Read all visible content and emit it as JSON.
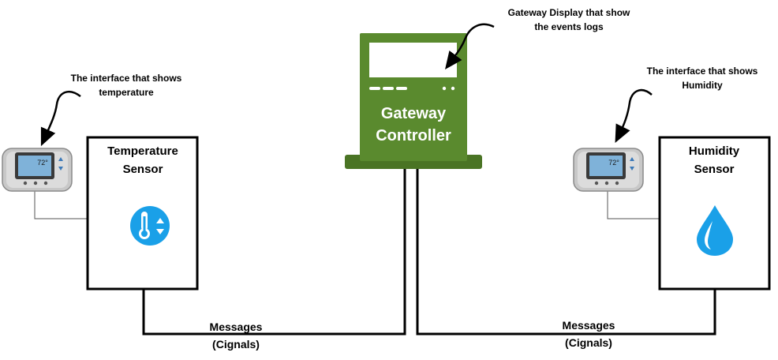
{
  "colors": {
    "controller_green": "#5a8a2e",
    "controller_green_dark": "#4a7424",
    "icon_blue": "#1aa0e8",
    "thermostat_screen": "#7fb2d9",
    "line": "#000000"
  },
  "annotations": {
    "gateway_display": {
      "line1": "Gateway Display that show",
      "line2": "the events logs"
    },
    "temp_interface": {
      "line1": "The interface that shows",
      "line2": "temperature"
    },
    "humidity_interface": {
      "line1": "The interface that shows",
      "line2": "Humidity"
    }
  },
  "controller": {
    "line1": "Gateway",
    "line2": "Controller"
  },
  "temperature_sensor": {
    "line1": "Temperature",
    "line2": "Sensor",
    "icon": "thermometer-icon"
  },
  "humidity_sensor": {
    "line1": "Humidity",
    "line2": "Sensor",
    "icon": "water-drop-icon"
  },
  "thermostat": {
    "reading": "72°"
  },
  "messages_left": {
    "line1": "Messages",
    "line2": "(Cignals)"
  },
  "messages_right": {
    "line1": "Messages",
    "line2": "(Cignals)"
  }
}
